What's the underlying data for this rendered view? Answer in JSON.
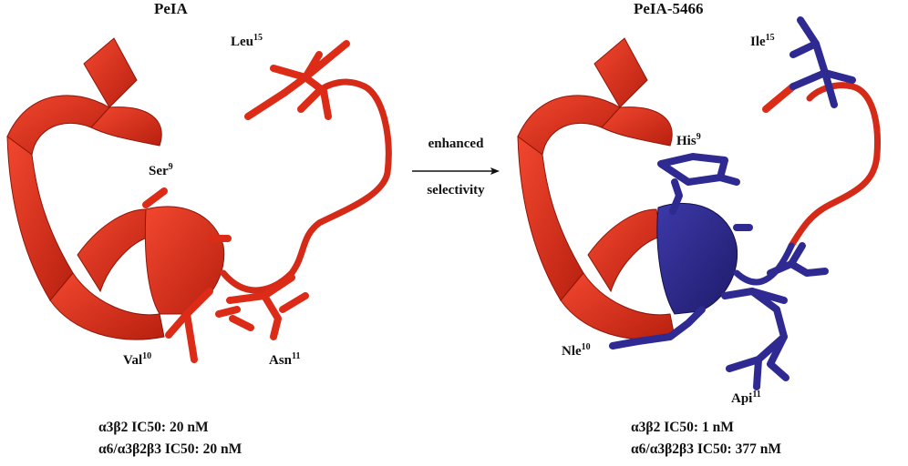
{
  "left": {
    "title": "PeIA",
    "residues": [
      {
        "name": "Leu",
        "num": "15"
      },
      {
        "name": "Ser",
        "num": "9"
      },
      {
        "name": "Val",
        "num": "10"
      },
      {
        "name": "Asn",
        "num": "11"
      }
    ],
    "ic50": [
      "α3β2 IC50: 20 nM",
      "α6/α3β2β3 IC50: 20 nM"
    ]
  },
  "right": {
    "title": "PeIA-5466",
    "residues": [
      {
        "name": "Ile",
        "num": "15"
      },
      {
        "name": "His",
        "num": "9"
      },
      {
        "name": "Nle",
        "num": "10"
      },
      {
        "name": "Api",
        "num": "11"
      }
    ],
    "ic50": [
      "α3β2 IC50: 1 nM",
      "α6/α3β2β3 IC50: 377 nM"
    ]
  },
  "arrow": {
    "top": "enhanced",
    "bottom": "selectivity"
  },
  "colors": {
    "wildtype": "#e8301c",
    "wildtype_dark": "#b51e10",
    "mutant": "#2e2a91",
    "mutant_dark": "#1d1a66"
  }
}
